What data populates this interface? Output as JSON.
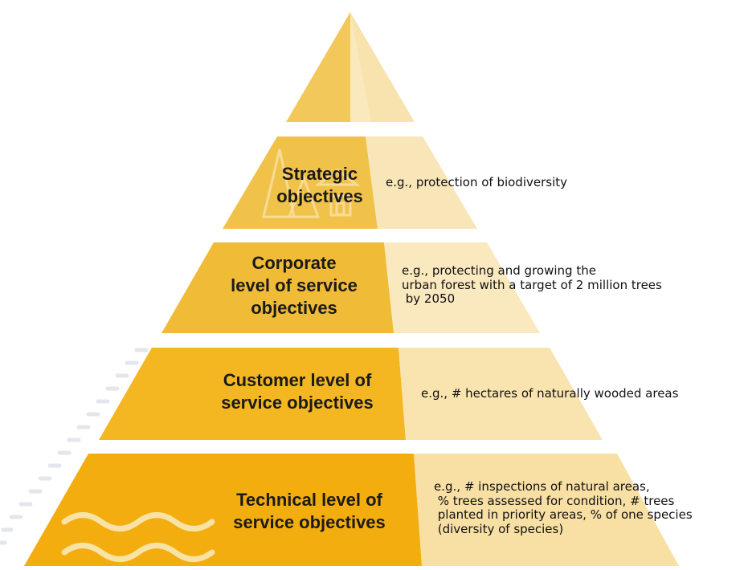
{
  "colors": {
    "tier_left": [
      "#f3c85a",
      "#f1c24a",
      "#f0bb36",
      "#f4b722",
      "#f3ad0e"
    ],
    "tier_right": [
      "#f8e3ae",
      "#f9e6b8",
      "#fae8be",
      "#f9e4b0",
      "#f8dfa4"
    ],
    "decor": "#e6e8ec"
  },
  "levels": [
    {
      "label_lines": [
        "Strategic",
        "objectives"
      ],
      "example_lines": [
        "e.g., protection of biodiversity"
      ]
    },
    {
      "label_lines": [
        "Corporate",
        "level of service",
        "objectives"
      ],
      "example_lines": [
        "e.g., protecting and growing the",
        "urban forest with a target of 2 million trees",
        " by 2050"
      ]
    },
    {
      "label_lines": [
        "Customer level of",
        "service objectives"
      ],
      "example_lines": [
        "e.g., # hectares of naturally wooded areas"
      ]
    },
    {
      "label_lines": [
        "Technical level of",
        "service objectives"
      ],
      "example_lines": [
        "e.g., # inspections of natural areas,",
        " % trees assessed for condition, # trees",
        " planted in priority areas, % of one species",
        " (diversity of species)"
      ]
    }
  ]
}
